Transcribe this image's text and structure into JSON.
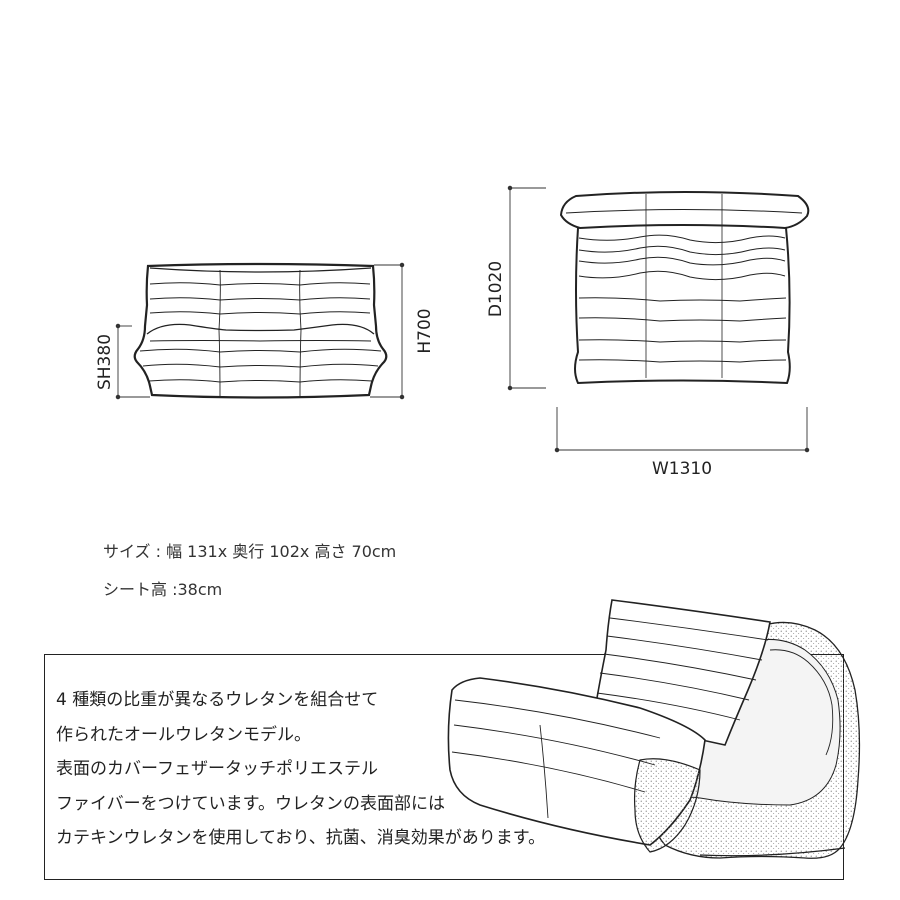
{
  "dimensions": {
    "seat_height": "SH380",
    "height": "H700",
    "depth": "D1020",
    "width": "W1310"
  },
  "specs": {
    "size": "サイズ : 幅 131x 奥行 102x 高さ 70cm",
    "seat_height": "シート高 :38cm"
  },
  "description": {
    "lines": [
      "4 種類の比重が異なるウレタンを組合せて",
      "作られたオールウレタンモデル。",
      "表面のカバーフェザータッチポリエステル",
      "ファイバーをつけています。ウレタンの表面部には",
      "カテキンウレタンを使用しており、抗菌、消臭効果があります。"
    ]
  }
}
